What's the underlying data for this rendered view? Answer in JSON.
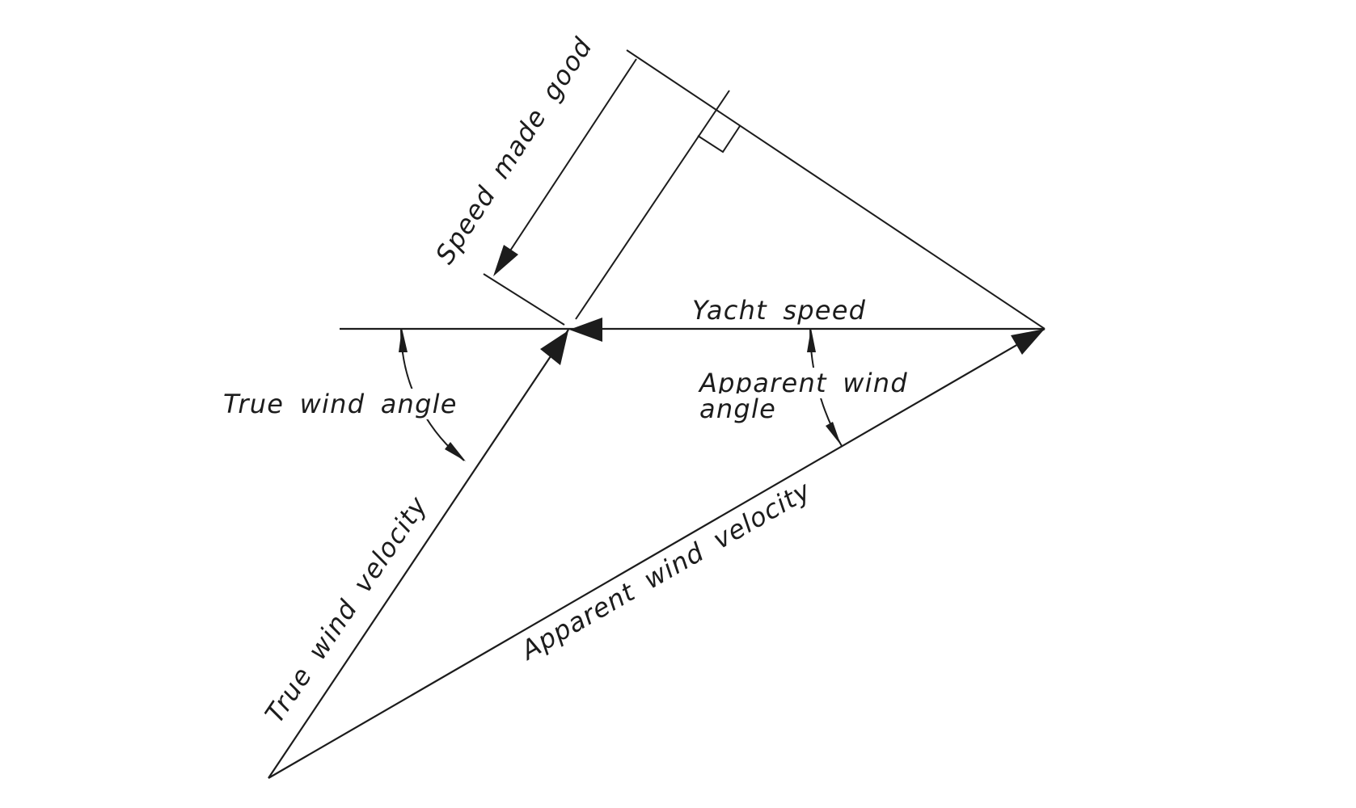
{
  "colors": {
    "ink": "#1c1c1c",
    "background": "#ffffff"
  },
  "labels": {
    "speed_made_good": "Speed made good",
    "yacht_speed": "Yacht speed",
    "true_wind_angle": "True wind angle",
    "apparent_wind_angle": {
      "line1": "Apparent wind",
      "line2": "angle"
    },
    "true_wind_velocity": "True wind velocity",
    "apparent_wind_velocity": "Apparent wind velocity"
  }
}
